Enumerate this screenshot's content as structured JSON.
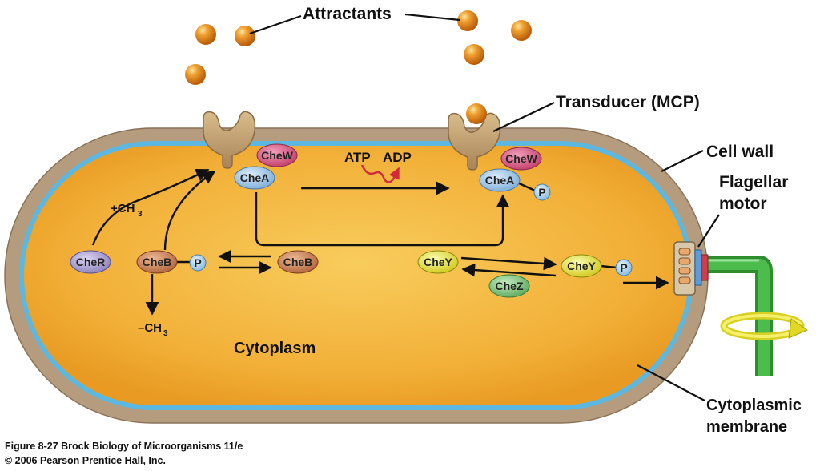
{
  "labels": {
    "attractants": "Attractants",
    "transducer": "Transducer (MCP)",
    "cell_wall": "Cell wall",
    "flagellar_motor_line1": "Flagellar",
    "flagellar_motor_line2": "motor",
    "cytoplasm": "Cytoplasm",
    "cytoplasmic_membrane_line1": "Cytoplasmic",
    "cytoplasmic_membrane_line2": "membrane",
    "atp": "ATP",
    "adp": "ADP",
    "methyl_add": "+CH",
    "methyl_remove": "–CH",
    "methyl_subscript": "3"
  },
  "proteins": {
    "chew": "CheW",
    "chea": "CheA",
    "cher": "CheR",
    "cheb": "CheB",
    "chey": "CheY",
    "chez": "CheZ",
    "phosphate": "P"
  },
  "caption": {
    "line1": "Figure 8-27  Brock Biology of Microorganisms 11/e",
    "line2": "© 2006 Pearson Prentice Hall, Inc."
  },
  "colors": {
    "cytoplasm": "#f4b43c",
    "membrane": "#5cb8e0",
    "cell_wall": "#b39a7c",
    "attractant": "#e8901c",
    "chew": "#d6507a",
    "chea": "#9cc8ec",
    "cher": "#a89cd0",
    "cheb": "#c8784c",
    "chey": "#e8e430",
    "chez": "#7cc47c",
    "flagellum": "#3cac3c"
  }
}
